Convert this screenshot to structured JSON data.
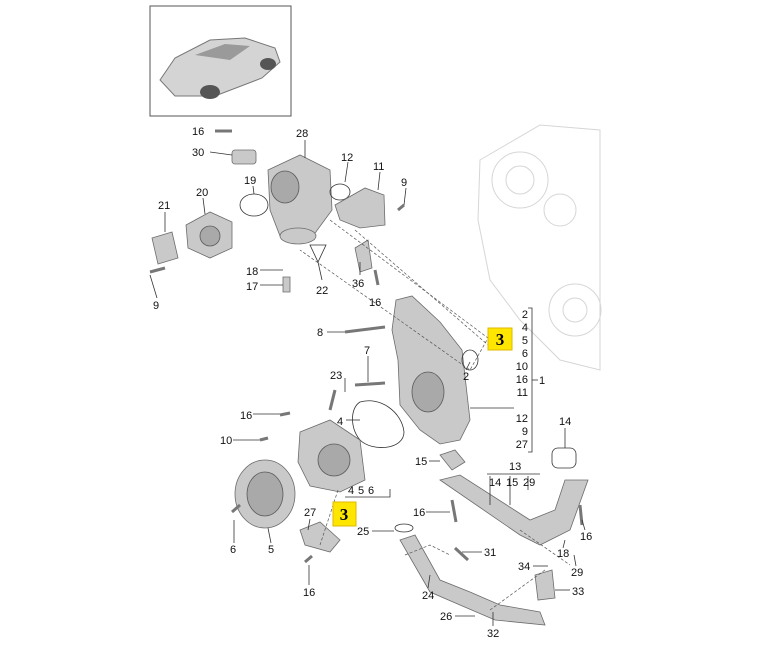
{
  "diagram": {
    "title_marker": "3",
    "marker_colors": {
      "box": "#ffe600",
      "border": "#e0b800"
    },
    "callouts": [
      "16",
      "28",
      "30",
      "12",
      "11",
      "19",
      "9",
      "21",
      "20",
      "18",
      "17",
      "22",
      "36",
      "16",
      "9",
      "8",
      "7",
      "2",
      "23",
      "4",
      "16",
      "10",
      "15",
      "14",
      "13",
      "14",
      "15",
      "29",
      "4",
      "5",
      "6",
      "16",
      "27",
      "25",
      "6",
      "5",
      "31",
      "16",
      "18",
      "29",
      "34",
      "33",
      "24",
      "26",
      "16",
      "32"
    ],
    "group_list": [
      "2",
      "4",
      "5",
      "6",
      "10",
      "16",
      "11",
      "12",
      "9",
      "27"
    ],
    "group_parent": "1",
    "marker_a": "3",
    "marker_b": "3"
  }
}
